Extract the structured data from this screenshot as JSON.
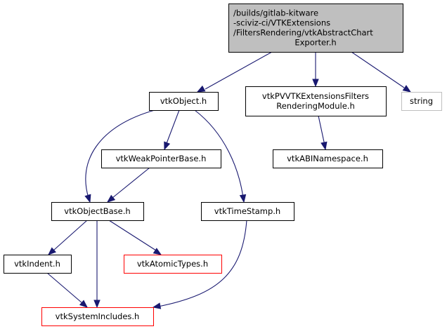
{
  "diagram": {
    "type": "include-dependency-graph",
    "edge_color": "#191970",
    "nodes": [
      {
        "id": "root",
        "lines": [
          "/builds/gitlab-kitware",
          "-sciviz-ci/VTKExtensions",
          "/FiltersRendering/vtkAbstractChart",
          "Exporter.h"
        ],
        "style": "root",
        "fill": "#bfbfbf",
        "border": "#000000"
      },
      {
        "id": "vtkObject",
        "lines": [
          "vtkObject.h"
        ],
        "style": "normal",
        "fill": "#ffffff",
        "border": "#000000"
      },
      {
        "id": "module",
        "lines": [
          "vtkPVVTKExtensionsFilters",
          "RenderingModule.h"
        ],
        "style": "normal",
        "fill": "#ffffff",
        "border": "#000000"
      },
      {
        "id": "string",
        "lines": [
          "string"
        ],
        "style": "external",
        "fill": "#ffffff",
        "border": "#bfbfbf"
      },
      {
        "id": "weak",
        "lines": [
          "vtkWeakPointerBase.h"
        ],
        "style": "normal",
        "fill": "#ffffff",
        "border": "#000000"
      },
      {
        "id": "abi",
        "lines": [
          "vtkABINamespace.h"
        ],
        "style": "normal",
        "fill": "#ffffff",
        "border": "#000000"
      },
      {
        "id": "objbase",
        "lines": [
          "vtkObjectBase.h"
        ],
        "style": "normal",
        "fill": "#ffffff",
        "border": "#000000"
      },
      {
        "id": "timestamp",
        "lines": [
          "vtkTimeStamp.h"
        ],
        "style": "normal",
        "fill": "#ffffff",
        "border": "#000000"
      },
      {
        "id": "indent",
        "lines": [
          "vtkIndent.h"
        ],
        "style": "normal",
        "fill": "#ffffff",
        "border": "#000000"
      },
      {
        "id": "atomic",
        "lines": [
          "vtkAtomicTypes.h"
        ],
        "style": "truncated",
        "fill": "#ffffff",
        "border": "#ff0000"
      },
      {
        "id": "sysinc",
        "lines": [
          "vtkSystemIncludes.h"
        ],
        "style": "truncated",
        "fill": "#ffffff",
        "border": "#ff0000"
      }
    ],
    "edges": [
      {
        "from": "root",
        "to": "vtkObject"
      },
      {
        "from": "root",
        "to": "module"
      },
      {
        "from": "root",
        "to": "string"
      },
      {
        "from": "vtkObject",
        "to": "weak"
      },
      {
        "from": "vtkObject",
        "to": "objbase"
      },
      {
        "from": "vtkObject",
        "to": "timestamp"
      },
      {
        "from": "module",
        "to": "abi"
      },
      {
        "from": "weak",
        "to": "objbase"
      },
      {
        "from": "objbase",
        "to": "indent"
      },
      {
        "from": "objbase",
        "to": "atomic"
      },
      {
        "from": "objbase",
        "to": "sysinc"
      },
      {
        "from": "indent",
        "to": "sysinc"
      },
      {
        "from": "timestamp",
        "to": "sysinc"
      }
    ]
  }
}
